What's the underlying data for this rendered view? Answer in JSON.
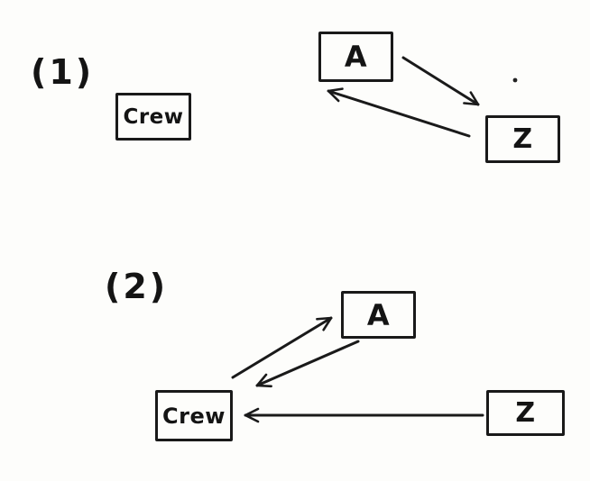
{
  "page": {
    "background": "#fdfdfb",
    "ink_color": "#1a1a1a",
    "description": "Two hand-drawn communication diagrams between Crew, A and Z"
  },
  "figure1": {
    "label": "(1)",
    "nodes": {
      "crew": "Crew",
      "a": "A",
      "z": "Z"
    },
    "edges": [
      {
        "from": "A",
        "to": "Z"
      },
      {
        "from": "Z",
        "to": "A"
      }
    ]
  },
  "figure2": {
    "label": "(2)",
    "nodes": {
      "crew": "Crew",
      "a": "A",
      "z": "Z"
    },
    "edges": [
      {
        "from": "Crew",
        "to": "A"
      },
      {
        "from": "A",
        "to": "Crew"
      },
      {
        "from": "Z",
        "to": "Crew"
      }
    ]
  }
}
